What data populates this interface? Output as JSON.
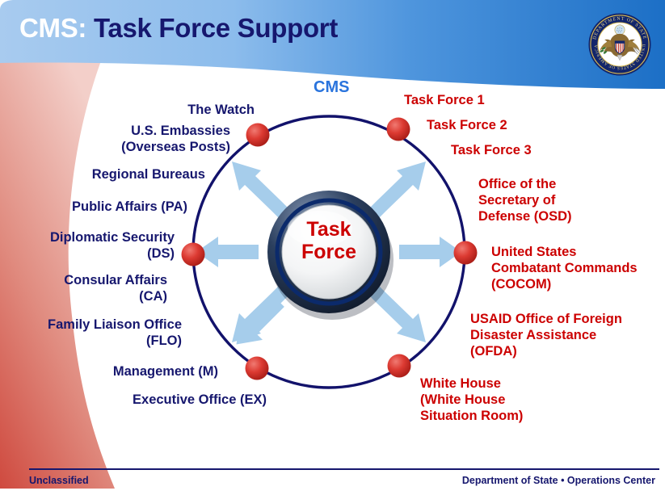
{
  "header": {
    "title_primary": "CMS:",
    "title_secondary": "Task Force Support",
    "seal_name": "department-of-state-seal",
    "seal_text_top": "DEPARTMENT OF STATE",
    "seal_text_bottom": "UNITED STATES OF AMERICA"
  },
  "diagram": {
    "cluster_label": "CMS",
    "hub_line1": "Task",
    "hub_line2": "Force",
    "left_labels": [
      "The Watch",
      "U.S. Embassies\n(Overseas Posts)",
      "Regional Bureaus",
      "Public Affairs  (PA)",
      "Diplomatic Security\n(DS)",
      "Consular Affairs\n(CA)",
      "Family Liaison Office\n(FLO)",
      "Management (M)",
      "Executive Office (EX)"
    ],
    "right_labels": [
      "Task Force 1",
      "Task Force 2",
      "Task Force 3",
      "Office of the\nSecretary of\nDefense (OSD)",
      "United States\nCombatant Commands\n(COCOM)",
      "USAID Office of Foreign\nDisaster Assistance\n(OFDA)",
      "White House\n(White House\nSituation Room)"
    ],
    "node_count": 6,
    "arrow_count": 6,
    "colors": {
      "left_text": "#16176e",
      "right_text": "#cc0000",
      "ring": "#12126b",
      "node": "#d42a2a",
      "arrow": "#a6cdeb",
      "cluster_label": "#2a74dd",
      "hub_text": "#cc0000",
      "header_blue": "#2272c8",
      "swoosh_red": "#d9534f"
    }
  },
  "footer": {
    "classification": "Unclassified",
    "attribution": "Department of State • Operations Center"
  }
}
